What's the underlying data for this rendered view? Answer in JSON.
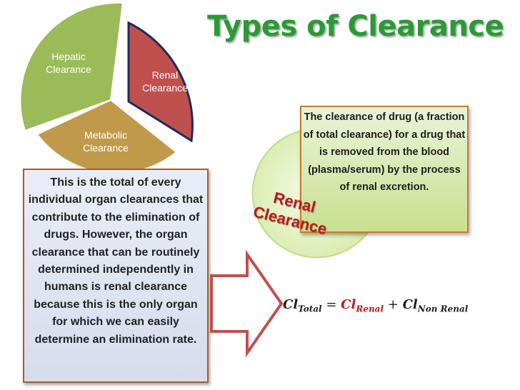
{
  "title": "Types of Clearance",
  "pie": {
    "hepatic_label": "Hepatic Clearance",
    "renal_label": "Renal Clearance",
    "metabolic_label": "Metabolic Clearance",
    "colors": {
      "hepatic": "#9bbb59",
      "renal": "#c0504d",
      "renal_border": "#1f2a5c",
      "metabolic": "#c09a4a",
      "renal_pie_fill": "#e9f3c8"
    }
  },
  "left_box": {
    "text": "This is the total of every individual organ clearances that contribute to the elimination of drugs. However, the organ clearance that can be routinely determined independently in humans is renal clearance because this is the only organ for which we can easily determine an elimination rate.",
    "border_color": "#b05a28"
  },
  "right_box": {
    "text": "The clearance of drug (a fraction of total clearance) for a drug that is removed from the blood (plasma/serum) by the process of renal excretion."
  },
  "renal_clearance_label": "Renal Clearance",
  "formula": {
    "lhs": "Cl",
    "lhs_sub": "Total",
    "eq": "=",
    "t1": "Cl",
    "t1_sub": "Renal",
    "plus": "+",
    "t2": "Cl",
    "t2_sub": "Non Renal"
  },
  "arrow_icon": "right-arrow-icon"
}
